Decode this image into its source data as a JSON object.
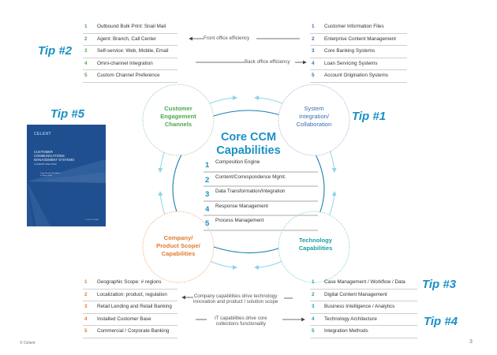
{
  "tips": {
    "tip1": "Tip #1",
    "tip2": "Tip #2",
    "tip3": "Tip #3",
    "tip4": "Tip #4",
    "tip5": "Tip #5"
  },
  "top_left_list": {
    "items": [
      {
        "num": "1",
        "text": "Outbound Bulk Print: Snail Mail"
      },
      {
        "num": "2",
        "text": "Agent: Branch, Call Center"
      },
      {
        "num": "3",
        "text": "Self-service: Web, Mobile, Email"
      },
      {
        "num": "4",
        "text": "Omni-channel Integration"
      },
      {
        "num": "5",
        "text": "Custom Channel Preference"
      }
    ]
  },
  "top_right_list": {
    "items": [
      {
        "num": "1",
        "text": "Customer Information Files"
      },
      {
        "num": "2",
        "text": "Enterprise Content Management"
      },
      {
        "num": "3",
        "text": "Core Banking Systems"
      },
      {
        "num": "4",
        "text": "Loan Servicing Systems"
      },
      {
        "num": "5",
        "text": "Account Origination Systems"
      }
    ]
  },
  "bottom_left_list": {
    "items": [
      {
        "num": "1",
        "text": "Geographic Scope: # regions"
      },
      {
        "num": "2",
        "text": "Localization: product, regulation"
      },
      {
        "num": "3",
        "text": "Retail Lending and Retail Banking"
      },
      {
        "num": "4",
        "text": "Installed Customer Base"
      },
      {
        "num": "5",
        "text": "Commercial / Corporate Banking"
      }
    ]
  },
  "bottom_right_list": {
    "items": [
      {
        "num": "1",
        "text": "Case Management / Workflow / Data"
      },
      {
        "num": "2",
        "text": "Digital Content Management"
      },
      {
        "num": "3",
        "text": "Business Intelligence / Analytics"
      },
      {
        "num": "4",
        "text": "Technology Architecture"
      },
      {
        "num": "5",
        "text": "Integration Methods"
      }
    ]
  },
  "annotations": {
    "front_office": "Front  office efficiency",
    "back_office": "Back office efficiency",
    "company_drive_line1": "Company capabilities drive technology",
    "company_drive_line2": "innovation and product / solution scope",
    "it_drive_line1": "IT capabilities drive core",
    "it_drive_line2": "collections functionality"
  },
  "circles": {
    "customer_engagement": {
      "lines": [
        "Customer",
        "Engagement",
        "Channels"
      ],
      "color": "#4aa84c"
    },
    "system_integration": {
      "lines": [
        "System",
        "Integration/",
        "Collaboration"
      ],
      "color": "#3c6fb0"
    },
    "company_product": {
      "lines": [
        "Company/",
        "Product  Scope/",
        "Capabilities"
      ],
      "color": "#e07c2e"
    },
    "technology": {
      "lines": [
        "Technology",
        "Capabilities"
      ],
      "color": "#1aa0a5"
    }
  },
  "core": {
    "title_line1": "Core CCM",
    "title_line2": "Capabilities",
    "items": [
      {
        "num": "1",
        "text": "Composition Engine"
      },
      {
        "num": "2",
        "text": "Content/Correspondence Mgmt."
      },
      {
        "num": "3",
        "text": "Data Transformation/Integration"
      },
      {
        "num": "4",
        "text": "Response Management"
      },
      {
        "num": "5",
        "text": "Process Management"
      }
    ]
  },
  "report_cover": {
    "brand": "CELENT",
    "title_lines": [
      "CUSTOMER",
      "COMMUNICATIONS",
      "MANAGEMENT SYSTEMS"
    ],
    "subtitle": "A VENDOR SPECTRUM",
    "authors": "Craig Focardi, Bob Meara",
    "date": "07 March 2008",
    "footer": "OLIVER WYMAN"
  },
  "footer": {
    "copyright": "© Celent",
    "page_number": "3"
  },
  "colors": {
    "accent": "#1a8fc4",
    "green": "#4aa84c",
    "blue": "#3c6fb0",
    "orange": "#e07c2e",
    "teal": "#1aa0a5",
    "cover": "#1f4f8e"
  }
}
